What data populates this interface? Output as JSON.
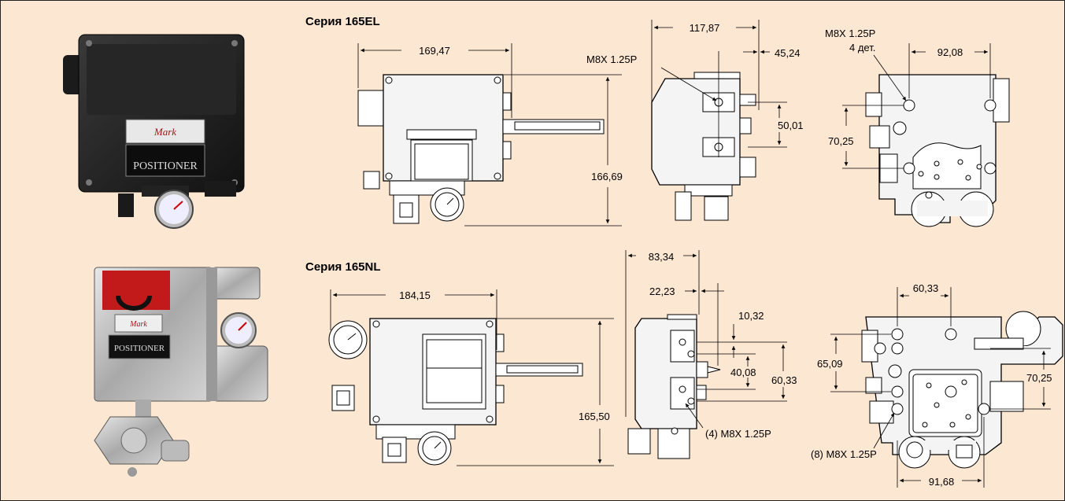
{
  "series": {
    "el_title": "Серия 165EL",
    "nl_title": "Серия 165NL"
  },
  "el": {
    "width_front": "169,47",
    "height_front": "166,69",
    "depth_side": "117,87",
    "side_offset": "45,24",
    "port_thread": "M8X 1.25P",
    "port_spacing": "50,01",
    "back_thread": "M8X 1.25P",
    "back_qty": "4 дет.",
    "back_width": "92,08",
    "back_height": "70,25"
  },
  "nl": {
    "width_front": "184,15",
    "height_front": "165,50",
    "depth_side": "83,34",
    "side_offset": "22,23",
    "port_gap": "10,32",
    "port_spacing": "40,08",
    "port_height": "60,33",
    "side_thread": "(4) M8X 1.25P",
    "back_top_width": "60,33",
    "back_left_height": "65,09",
    "back_right_height": "70,25",
    "back_thread": "(8) M8X 1.25P",
    "back_bottom_width": "91,68"
  },
  "photos": {
    "el_brand": "Mark",
    "el_label": "POSITIONER",
    "nl_brand": "Mark",
    "nl_label": "POSITIONER"
  }
}
